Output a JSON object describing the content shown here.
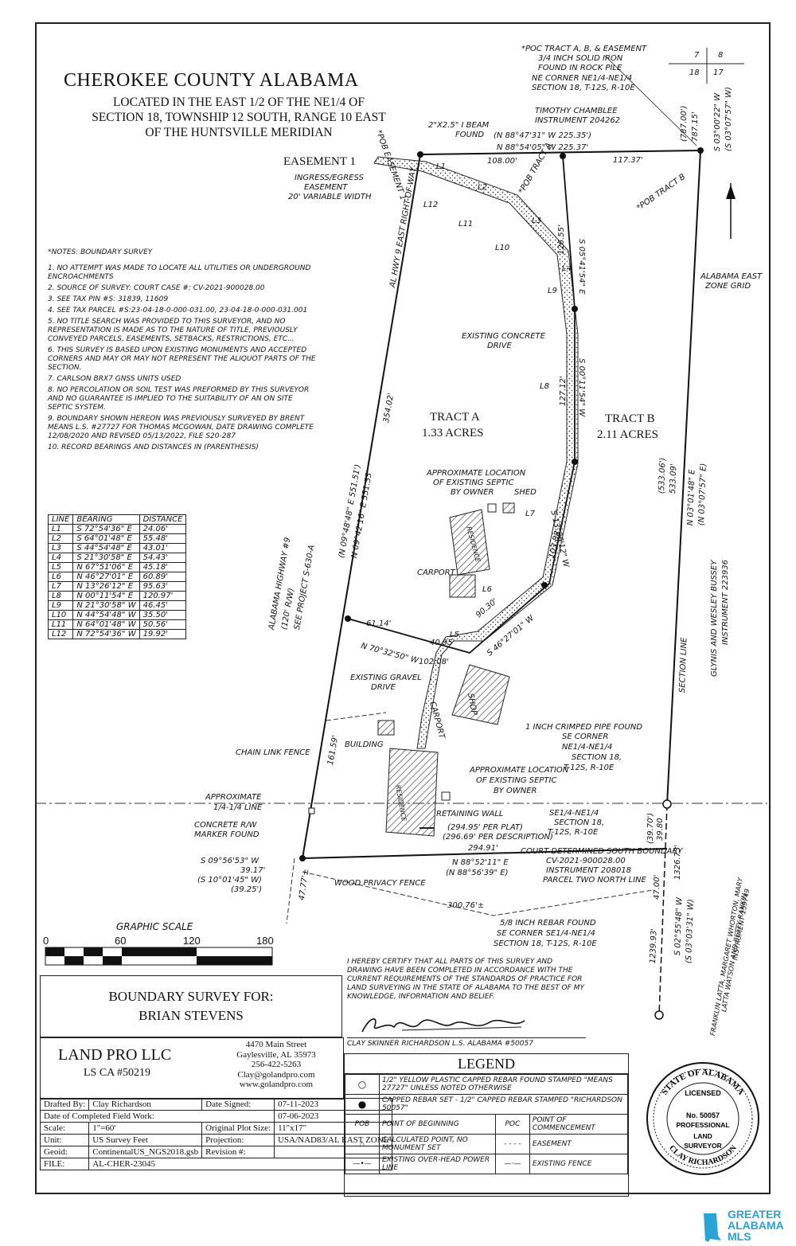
{
  "header": {
    "title": "CHEROKEE COUNTY ALABAMA",
    "sub1": "LOCATED IN THE EAST 1/2 OF THE NE1/4 OF",
    "sub2": "SECTION 18, TOWNSHIP 12 SOUTH, RANGE 10 EAST",
    "sub3": "OF THE HUNTSVILLE MERIDIAN"
  },
  "notes": {
    "heading": "*NOTES: BOUNDARY SURVEY",
    "items": [
      "1. NO ATTEMPT WAS MADE TO LOCATE ALL UTILITIES OR UNDERGROUND ENCROACHMENTS",
      "2. SOURCE OF SURVEY: COURT CASE #: CV-2021-900028.00",
      "3. SEE TAX PIN #S: 31839, 11609",
      "4. SEE TAX PARCEL #S:23-04-18-0-000-031.00, 23-04-18-0-000-031.001",
      "5. NO TITLE SEARCH WAS PROVIDED TO THIS SURVEYOR, AND NO REPRESENTATION IS MADE AS TO THE NATURE OF TITLE, PREVIOUSLY CONVEYED PARCELS, EASEMENTS, SETBACKS, RESTRICTIONS, ETC...",
      "6. THIS SURVEY IS BASED UPON EXISTING MONUMENTS AND ACCEPTED CORNERS AND MAY OR MAY NOT REPRESENT THE ALIQUOT PARTS OF THE SECTION.",
      "7. CARLSON BRX7 GNSS UNITS USED",
      "8. NO PERCOLATION OR SOIL TEST WAS PREFORMED BY THIS SURVEYOR AND NO GUARANTEE IS IMPLIED TO THE SUITABILITY OF AN ON SITE SEPTIC SYSTEM.",
      "9. BOUNDARY SHOWN HEREON WAS PREVIOUSLY SURVEYED BY BRENT MEANS L.S. #27727 FOR THOMAS MCGOWAN, DATE DRAWING COMPLETE 12/08/2020 AND REVISED 05/13/2022, FILE S20-287",
      "10. RECORD BEARINGS AND DISTANCES IN (PARENTHESIS)"
    ]
  },
  "line_table": {
    "headers": [
      "LINE",
      "BEARING",
      "DISTANCE"
    ],
    "rows": [
      [
        "L1",
        "S 72°54'36\" E",
        "24.06'"
      ],
      [
        "L2",
        "S 64°01'48\" E",
        "55.48'"
      ],
      [
        "L3",
        "S 44°54'48\" E",
        "43.01'"
      ],
      [
        "L4",
        "S 21°30'58\" E",
        "54.43'"
      ],
      [
        "L5",
        "N 67°51'06\" E",
        "45.18'"
      ],
      [
        "L6",
        "N 46°27'01\" E",
        "60.89'"
      ],
      [
        "L7",
        "N 13°26'12\" E",
        "95.63'"
      ],
      [
        "L8",
        "N 00°11'54\" E",
        "120.97'"
      ],
      [
        "L9",
        "N 21°30'58\" W",
        "46.45'"
      ],
      [
        "L10",
        "N 44°54'48\" W",
        "35.50'"
      ],
      [
        "L11",
        "N 64°01'48\" W",
        "50.56'"
      ],
      [
        "L12",
        "N 72°54'36\" W",
        "19.92'"
      ]
    ]
  },
  "map_labels": {
    "poc": "*POC TRACT A, B, & EASEMENT",
    "poc2": "3/4 INCH SOLID IRON",
    "poc3": "FOUND IN ROCK PILE",
    "poc4": "NE CORNER NE1/4-NE1/4",
    "poc5": "SECTION 18, T-12S, R-10E",
    "sec_nw": "7",
    "sec_ne": "8",
    "sec_sw": "18",
    "sec_se": "17",
    "timothy": "TIMOTHY CHAMBLEE",
    "timothy2": "INSTRUMENT 204262",
    "beam": "2\"X2.5\" I BEAM",
    "beam2": "FOUND",
    "top_rec": "(N 88°47'31\" W 225.35')",
    "top": "N 88°54'05\" W 225.37'",
    "d108": "108.00'",
    "d117": "117.37'",
    "pob_easement": "*POB EASEMENT 1",
    "pob_a": "*POB TRACT A",
    "pob_b": "*POB TRACT B",
    "easement": "EASEMENT 1",
    "easement2": "INGRESS/EGRESS",
    "easement3": "EASEMENT",
    "easement4": "20' VARIABLE WIDTH",
    "row": "AL HWY 9 EAST RIGHT-OF-WAY",
    "zone": "ALABAMA EAST",
    "zone2": "ZONE GRID",
    "east_rec": "(787.00')",
    "east": "787.15'",
    "east_b1": "S 03°00'22\" W",
    "east_b2": "(S 03°07'57\" W)",
    "l1": "L1",
    "l2": "L2",
    "l3": "L3",
    "l4": "L4",
    "l5": "L5",
    "l6": "L6",
    "l7": "L7",
    "l8": "L8",
    "l9": "L9",
    "l10": "L10",
    "l11": "L11",
    "l12": "L12",
    "d126": "126.55'",
    "s05": "S 05°41'54\" E",
    "conc": "EXISTING CONCRETE",
    "conc2": "DRIVE",
    "d127": "127.12'",
    "s00": "S 00°11'54\" W",
    "tracta": "TRACT A",
    "tracta2": "1.33 ACRES",
    "tractb": "TRACT B",
    "tractb2": "2.11 ACRES",
    "d354": "354.02'",
    "west_rec1": "(N 09°48'48\" E 551.51')",
    "west1": "N 09°42'16\" E 551.55'",
    "e_rec": "(533.06')",
    "e533": "533.09'",
    "e_b1": "N 03°01'48\" E",
    "e_b2": "(N 03°07'57\" E)",
    "septic": "APPROXIMATE LOCATION",
    "septic2": "OF EXISTING SEPTIC",
    "septic3": "BY OWNER",
    "shed": "SHED",
    "residence": "RESIDENCE",
    "carport": "CARPORT",
    "d103": "103.88'",
    "s13": "S 13°26'12\" W",
    "hwy": "ALABAMA HIGHWAY #9",
    "hwy2": "(120' R/W)",
    "hwy3": "SEE PROJECT S-630-A",
    "d6114": "61.14'",
    "d4095": "40.95'",
    "d9030": "90.30'",
    "s46": "S 46°27'01\" W",
    "n70": "N 70°32'50\" W",
    "d10208": "102.08'",
    "bussey": "GLYNIS AND WESLEY BUSSEY",
    "bussey2": "INSTRUMENT 223936",
    "section_line": "SECTION LINE",
    "gravel": "EXISTING GRAVEL",
    "gravel2": "DRIVE",
    "carport2": "CARPORT",
    "shop": "SHOP",
    "pipe": "1 INCH CRIMPED PIPE FOUND",
    "pipe2": "SE CORNER",
    "pipe3": "NE1/4-NE1/4",
    "pipe4": "SECTION 18,",
    "pipe5": "T-12S, R-10E",
    "building": "BUILDING",
    "d16159": "161.59'",
    "fence": "CHAIN LINK FENCE",
    "septic_b": "APPROXIMATE LOCATION",
    "septic_b2": "OF EXISTING SEPTIC",
    "septic_b3": "BY OWNER",
    "residence2": "RESIDENCE",
    "approx": "APPROXIMATE",
    "approx2": "1/4-1/4 LINE",
    "marker": "CONCRETE R/W",
    "marker2": "MARKER FOUND",
    "se14": "SE1/4-NE1/4",
    "se14b": "SECTION 18,",
    "se14c": "T-12S, R-10E",
    "retain": "RETAINING WALL",
    "plat1": "(294.95' PER PLAT)",
    "plat2": "(296.69' PER DESCRIPTION)",
    "d29491": "294.91'",
    "court": "COURT DETERMINED SOUTH BOUNDARY",
    "court2": "CV-2021-900028.00",
    "court3": "INSTRUMENT 208018",
    "court4": "PARCEL TWO NORTH LINE",
    "s09": "S 09°56'53\" W",
    "d3917": "39.17'",
    "s10": "(S 10°01'45\" W)",
    "d3925": "(39.25')",
    "n88": "N 88°52'11\" E",
    "n88r": "(N 88°56'39\" E)",
    "privacy": "WOOD PRIVACY FENCE",
    "d3970": "(39.70')",
    "d3980": "39.80",
    "d4777": "47.77'±",
    "d30076": "300.76'±",
    "d4700": "47.00'",
    "d1326": "1326.73'",
    "s02": "S 02°55'48\" W",
    "s03": "(S 03°03'31\" W)",
    "d1239": "1239.93'",
    "rebar": "5/8 INCH REBAR FOUND",
    "rebar2": "SE CORNER SE1/4-NE1/4",
    "rebar3": "SECTION 18, T-12S, R-10E",
    "latta": "FRANKLIN LATTA, MARGARET WHORTON, MARY",
    "latta2": "LATTA WATSON AND BETTY RANKIN",
    "latta3": "INSTRUMENT 159749"
  },
  "scale": {
    "label": "GRAPHIC SCALE",
    "t0": "0",
    "t60": "60",
    "t120": "120",
    "t180": "180"
  },
  "cert": {
    "text": "I HEREBY CERTIFY THAT ALL PARTS OF THIS SURVEY AND DRAWING HAVE BEEN COMPLETED IN ACCORDANCE WITH THE CURRENT REQUIREMENTS OF THE STANDARDS OF PRACTICE FOR LAND SURVEYING IN THE STATE OF ALABAMA TO THE BEST OF MY KNOWLEDGE, INFORMATION AND BELIEF.",
    "signer": "CLAY SKINNER RICHARDSON L.S. ALABAMA #50057"
  },
  "title_block": {
    "line1": "BOUNDARY SURVEY FOR:",
    "line2": "BRIAN STEVENS",
    "company": "LAND PRO LLC",
    "license": "LS CA #50219",
    "addr1": "4470 Main Street",
    "addr2": "Gaylesville, AL 35973",
    "phone": "256-422-5263",
    "email": "Clay@golandpro.com",
    "web": "www.golandpro.com"
  },
  "info": {
    "drafted_label": "Drafted By:",
    "drafted": "Clay Richardson",
    "signed_label": "Date Signed:",
    "signed": "07-11-2023",
    "field_label": "Date of Completed Field Work:",
    "field": "07-06-2023",
    "scale_label": "Scale:",
    "scale": "1\"=60'",
    "plot_label": "Original Plot Size:",
    "plot": "11\"x17\"",
    "unit_label": "Unit:",
    "unit": "US Survey Feet",
    "proj_label": "Projection:",
    "proj": "USA/NAD83/AL EAST ZONE",
    "geoid_label": "Geoid:",
    "geoid": "ContinentalUS_NGS2018.gsb",
    "rev_label": "Revision #:",
    "rev": "",
    "file_label": "FILE:",
    "file": "AL-CHER-23045"
  },
  "legend": {
    "title": "LEGEND",
    "r1": "1/2\" YELLOW PLASTIC CAPPED REBAR FOUND STAMPED \"MEANS 27727\" UNLESS NOTED OTHERWISE",
    "r2": "CAPPED REBAR SET - 1/2\" CAPPED REBAR STAMPED \"RICHARDSON 50057\"",
    "pob": "POB",
    "pob_t": "POINT OF BEGINNING",
    "poc": "POC",
    "poc_t": "POINT OF COMMENCEMENT",
    "calc": "CALCULATED POINT, NO MONUMENT SET",
    "ease": "EASEMENT",
    "ohp": "EXISTING OVER-HEAD POWER LINE",
    "fence": "EXISTING FENCE"
  },
  "seal": {
    "top": "STATE OF ALABAMA",
    "licensed": "LICENSED",
    "no": "No. 50057",
    "prof": "PROFESSIONAL",
    "land": "LAND",
    "surveyor": "SURVEYOR",
    "name": "CLAY RICHARDSON"
  },
  "logo": {
    "line1": "GREATER",
    "line2": "ALABAMA",
    "line3": "MLS"
  }
}
